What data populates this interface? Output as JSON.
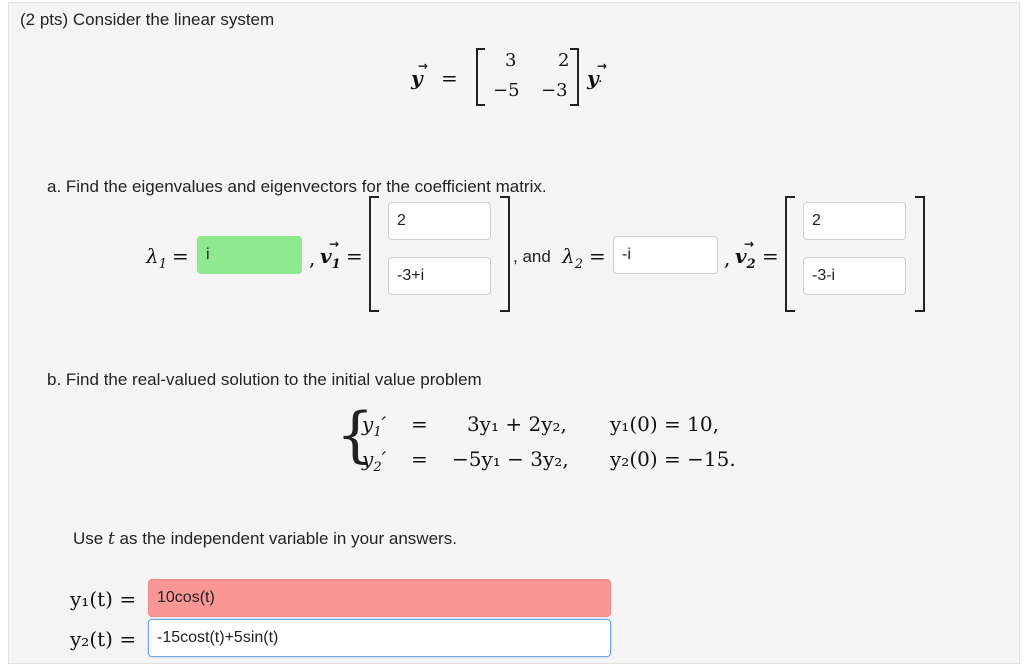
{
  "header": {
    "text": "(2 pts) Consider the linear system"
  },
  "system": {
    "lhs": "y",
    "equals": "=",
    "matrix": {
      "a11": "3",
      "a12": "2",
      "a21": "−5",
      "a22": "−3"
    },
    "rhs": "y",
    "period": "."
  },
  "part_a": {
    "label": "a. Find the eigenvalues and eigenvectors for the coefficient matrix.",
    "lambda1_label": "λ",
    "lambda1_sub": "1",
    "equals": "=",
    "lambda1_value": "i",
    "v1_prefix": ",",
    "v1_label": "v",
    "v1_sub": "1",
    "v1_top": "2",
    "v1_bottom": "-3+i",
    "and_text": ", and",
    "lambda2_label": "λ",
    "lambda2_sub": "2",
    "lambda2_value": "-i",
    "v2_prefix": ",",
    "v2_label": "v",
    "v2_sub": "2",
    "v2_top": "2",
    "v2_bottom": "-3-i"
  },
  "part_b": {
    "label": "b. Find the real-valued solution to the initial value problem",
    "rows": [
      {
        "lhs": "y",
        "lhs_sub": "1",
        "prime": "′",
        "eq": "=",
        "rhs": "3y₁ + 2y₂,",
        "ic": "y₁(0) = 10,"
      },
      {
        "lhs": "y",
        "lhs_sub": "2",
        "prime": "′",
        "eq": "=",
        "rhs": "−5y₁ − 3y₂,",
        "ic": "y₂(0) = −15."
      }
    ],
    "instruction_pre": "Use",
    "instruction_var": "t",
    "instruction_post": "as the independent variable in your answers.",
    "y1_label": "y₁(t) =",
    "y1_value": "10cos(t)",
    "y2_label": "y₂(t) =",
    "y2_value": "-15cost(t)+5sin(t)"
  },
  "colors": {
    "correct": "#8fe98f",
    "incorrect": "#f99696",
    "focus": "#72a7e6",
    "panel": "#f5f5f5"
  }
}
